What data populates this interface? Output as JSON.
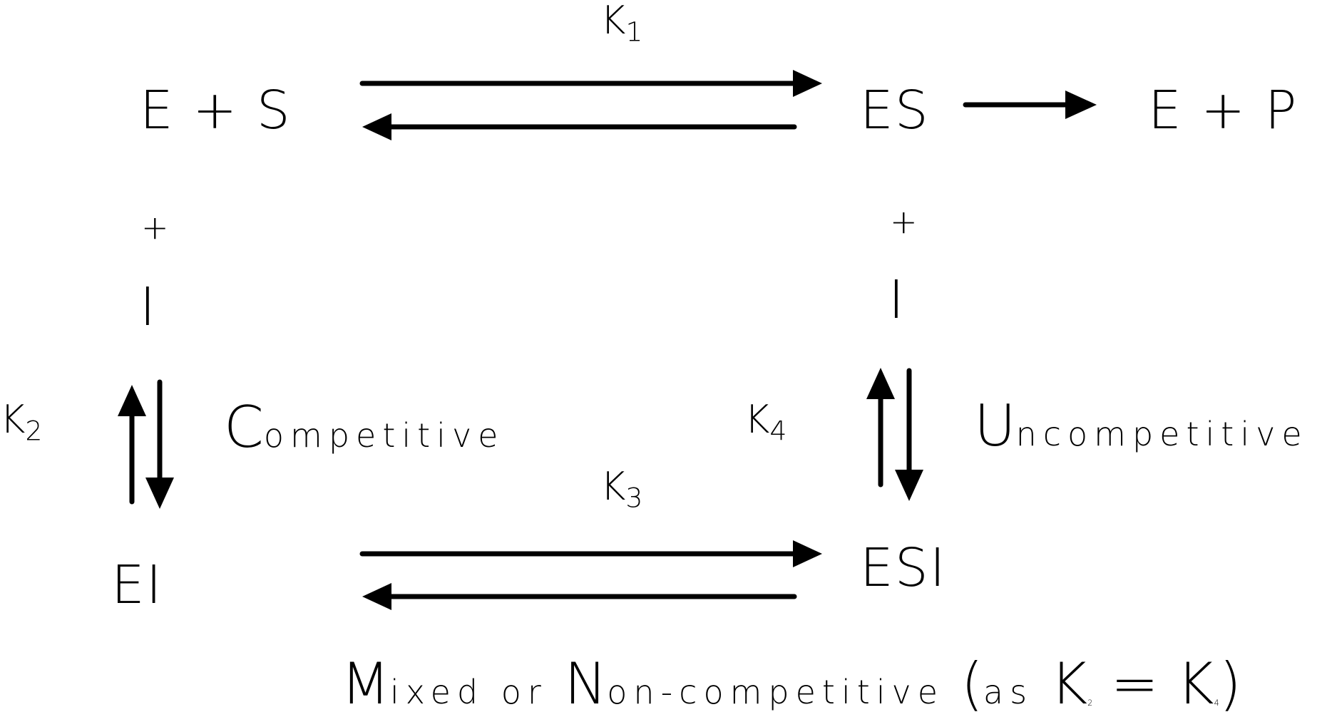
{
  "species": {
    "e_plus_s": "E + S",
    "es": "ES",
    "e_plus_p": "E + P",
    "ei": "EI",
    "esi": "ESI"
  },
  "inhibitor": {
    "plus_symbol": "+",
    "i_label": "I"
  },
  "constants": {
    "k_letter": "K",
    "k1_sub": "1",
    "k2_sub": "2",
    "k3_sub": "3",
    "k4_sub": "4"
  },
  "labels": {
    "competitive_initial": "C",
    "competitive_rest": "ompetitive",
    "uncompetitive_initial": "U",
    "uncompetitive_rest": "ncompetitive"
  },
  "caption": {
    "mixed_initial": "M",
    "mixed_rest": "ixed or ",
    "non_initial": "N",
    "non_rest": "on-competitive ",
    "open_paren": "(",
    "as_word": "as ",
    "equals": " = ",
    "close_paren": ")"
  },
  "colors": {
    "ink": "#000000",
    "background": "#ffffff"
  }
}
